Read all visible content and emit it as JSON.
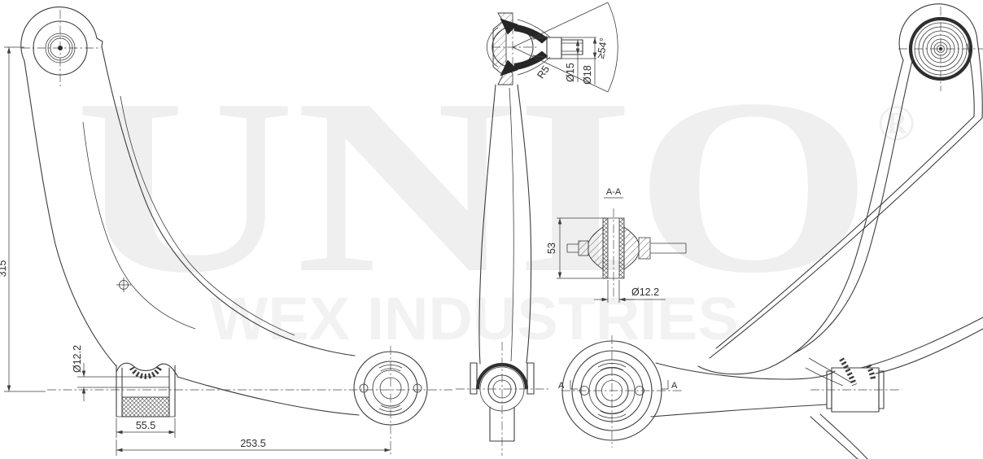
{
  "drawing": {
    "watermark": {
      "brand": "UNIO",
      "registered_mark": "®",
      "subtitle": "WEX INDUSTRIES"
    },
    "left_view": {
      "dim_height": "315",
      "dim_bushing_bore": "Ø12.2",
      "dim_bushing_width": "55.5",
      "dim_arm_span": "253.5"
    },
    "ball_joint_detail": {
      "dim_fillet_radius": "R5",
      "dim_stud_diameter": "Ø15",
      "dim_taper_diameter": "Ø18",
      "dim_cone_angle": "≥54°"
    },
    "section_view": {
      "title": "A-A",
      "dim_height": "53",
      "dim_bore": "Ø12.2"
    },
    "right_view": {
      "section_marker_left": "A",
      "section_marker_right": "A"
    }
  },
  "colors": {
    "line": "#3d3d3d",
    "watermark_brand": "#efefef",
    "watermark_subtitle": "#f2f2f2",
    "background": "#ffffff"
  }
}
